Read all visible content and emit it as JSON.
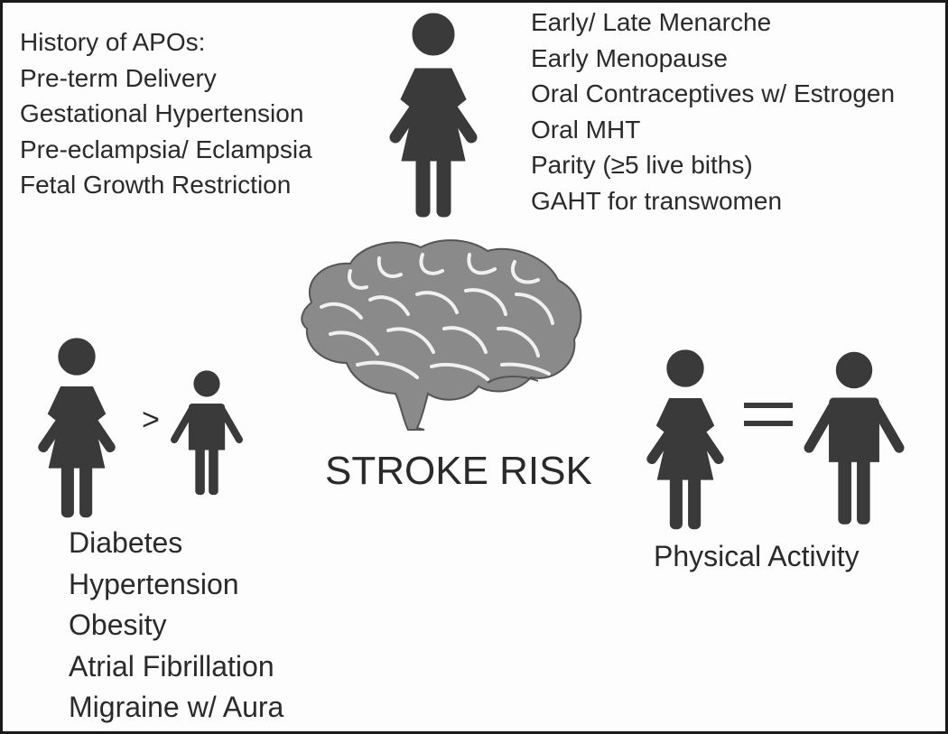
{
  "apos": {
    "heading": "History of APOs:",
    "items": [
      "Pre-term Delivery",
      "Gestational Hypertension",
      "Pre-eclampsia/ Eclampsia",
      "Fetal Growth Restriction"
    ]
  },
  "female_factors": [
    "Early/ Late Menarche",
    "Early Menopause",
    "Oral Contraceptives w/ Estrogen",
    "Oral MHT",
    "Parity (≥5 live biths)",
    "GAHT for transwomen"
  ],
  "higher_in_women": {
    "comparator": ">",
    "items": [
      "Diabetes",
      "Hypertension",
      "Obesity",
      "Atrial Fibrillation",
      "Migraine w/ Aura"
    ]
  },
  "center": {
    "title": "STROKE RISK"
  },
  "equal_in_both": {
    "label": "Physical Activity"
  },
  "colors": {
    "figure": "#3a3a3a",
    "text": "#2a2a2a",
    "brain": "#7a7a7a",
    "border": "#1a1a1a"
  }
}
